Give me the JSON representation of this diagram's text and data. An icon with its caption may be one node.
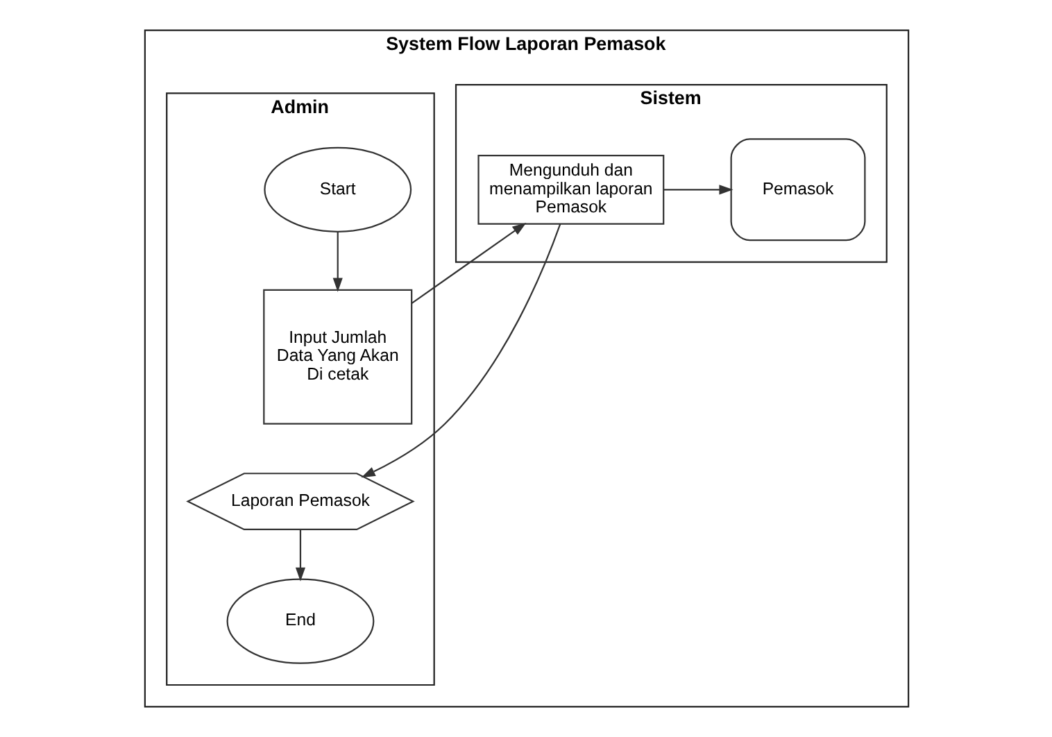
{
  "diagram": {
    "nodes": [
      {
        "text": [
          "System Flow Laporan Pemasok"
        ]
      },
      {
        "text": [
          "Admin"
        ],
        "in": 0
      },
      {
        "text": [
          "Sistem"
        ],
        "in": 0
      },
      {
        "text": [
          "Start"
        ],
        "in": 1
      },
      {
        "text": [
          "Input Jumlah Data Yang Akan Di cetak"
        ],
        "in": 1
      },
      {
        "text": [
          "Mengunduh dan menampilkan laporan Pemasok"
        ],
        "in": 2
      },
      {
        "text": [
          "Pemasok"
        ],
        "in": 2
      },
      {
        "text": [
          "Laporan Pemasok"
        ],
        "in": 1
      },
      {
        "text": [
          "End"
        ],
        "in": 1
      }
    ],
    "edges": [
      {
        "from": 3,
        "to": 4,
        "arrow": "to"
      },
      {
        "from": 4,
        "to": 5,
        "arrow": "to"
      },
      {
        "from": 5,
        "to": 6,
        "arrow": "to"
      },
      {
        "from": 5,
        "to": 7,
        "arrow": "to"
      },
      {
        "from": 7,
        "to": 8,
        "arrow": "to"
      }
    ]
  }
}
